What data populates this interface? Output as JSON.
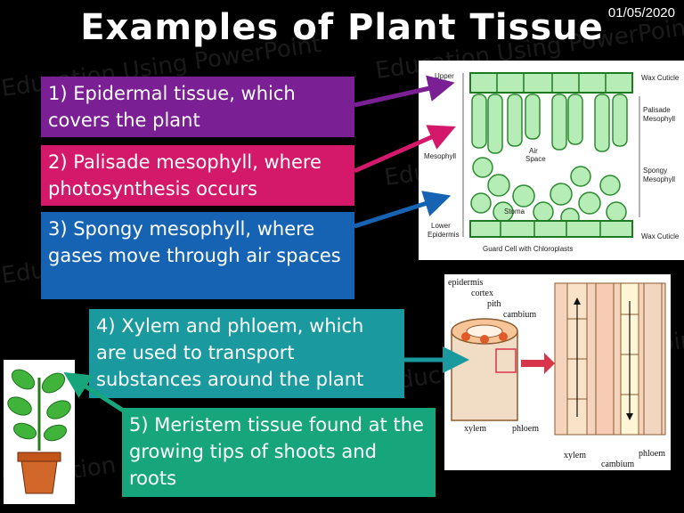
{
  "slide": {
    "title": "Examples of Plant Tissue",
    "date": "01/05/2020",
    "watermark": "Education Using PowerPoint"
  },
  "boxes": [
    {
      "text": "1)  Epidermal tissue, which covers the plant",
      "color": "#7a1f94"
    },
    {
      "text": "2) Palisade mesophyll, where photosynthesis occurs",
      "color": "#d4186a"
    },
    {
      "text": "3) Spongy mesophyll, where gases move through air spaces",
      "color": "#1763b3"
    },
    {
      "text": "4) Xylem and phloem, which are used to transport substances around the plant",
      "color": "#1a9a9f"
    },
    {
      "text": "5) Meristem tissue found at the growing tips of shoots and roots",
      "color": "#17a57c"
    }
  ],
  "leaf_diagram": {
    "upper": "Upper",
    "wax_top": "Wax Cuticle",
    "palisade": "Palisade",
    "palisade2": "Mesophyll",
    "mesophyll": "Mesophyll",
    "air": "Air",
    "space": "Space",
    "spongy": "Spongy",
    "spongy2": "Mesophyll",
    "stoma": "Stoma",
    "lower": "Lower",
    "epidermis": "Epidermis",
    "wax_bottom": "Wax Cuticle",
    "guard": "Guard Cell with Chloroplasts"
  },
  "stem_diagram": {
    "epidermis": "epidermis",
    "cortex": "cortex",
    "pith": "pith",
    "cambium_top": "cambium",
    "xylem_left": "xylem",
    "phloem_left": "phloem",
    "xylem_bottom": "xylem",
    "cambium_bottom": "cambium",
    "phloem_bottom": "phloem"
  }
}
